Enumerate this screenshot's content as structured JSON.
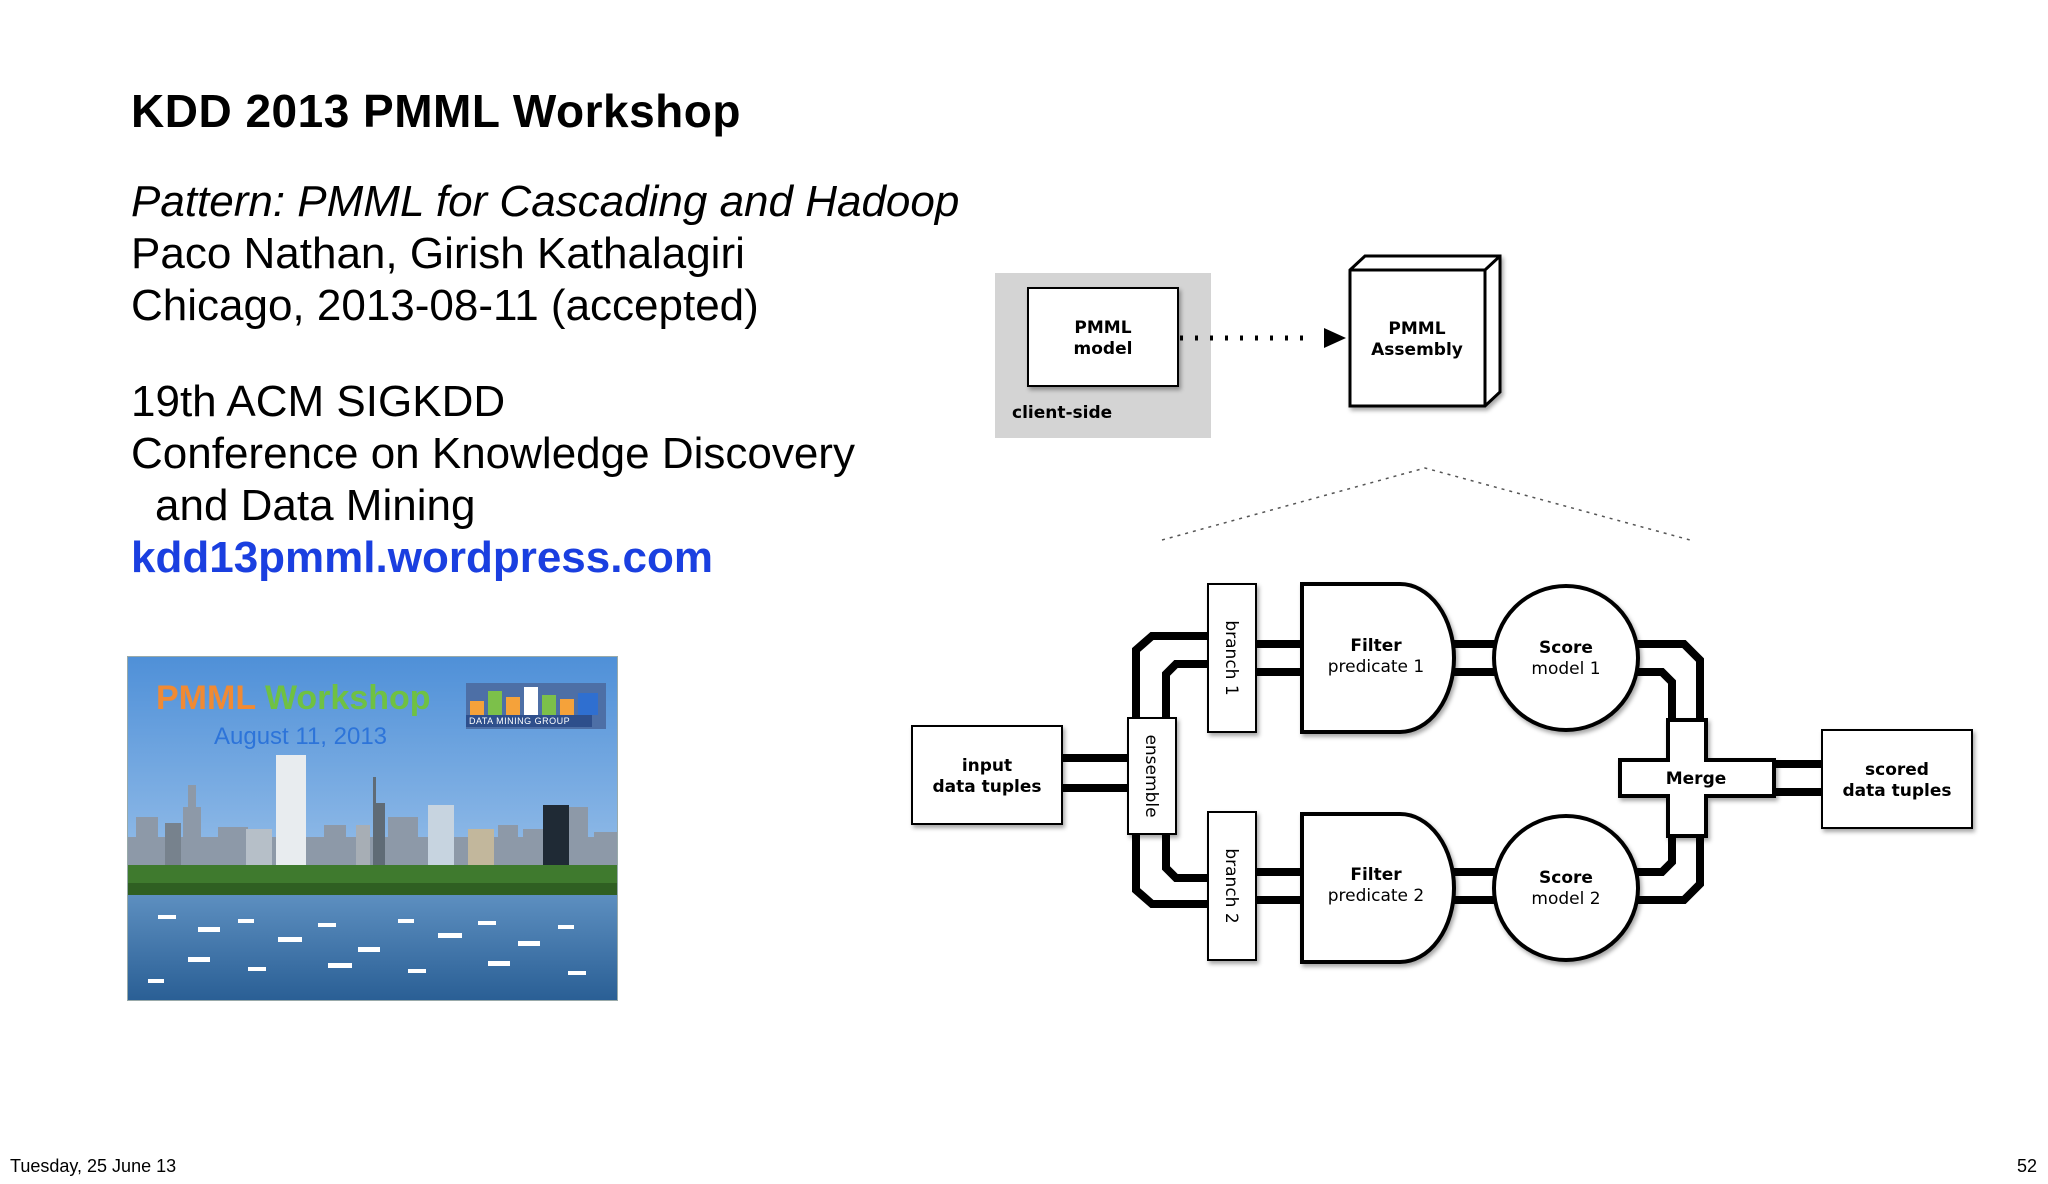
{
  "slide": {
    "title": "KDD 2013 PMML Workshop",
    "subtitle_italic": "Pattern: PMML for Cascading and Hadoop",
    "authors": "Paco Nathan, Girish Kathalagiri",
    "location_date": "Chicago, 2013-08-11  (accepted)",
    "conference_line1": "19th ACM SIGKDD",
    "conference_line2": "Conference on Knowledge Discovery",
    "conference_line3": "and Data Mining",
    "website": "kdd13pmml.wordpress.com"
  },
  "photo": {
    "title_word1": "PMML",
    "title_word2": "Workshop",
    "date": "August 11, 2013",
    "logo_caption": "DATA MINING GROUP"
  },
  "diagram": {
    "client_side_label": "client-side",
    "pmml_model_line1": "PMML",
    "pmml_model_line2": "model",
    "pmml_assembly_line1": "PMML",
    "pmml_assembly_line2": "Assembly",
    "input_line1": "input",
    "input_line2": "data tuples",
    "ensemble": "ensemble",
    "branch1": "branch 1",
    "branch2": "branch 2",
    "filter1_line1": "Filter",
    "filter1_line2": "predicate 1",
    "filter2_line1": "Filter",
    "filter2_line2": "predicate 2",
    "score1_line1": "Score",
    "score1_line2": "model 1",
    "score2_line1": "Score",
    "score2_line2": "model 2",
    "merge": "Merge",
    "output_line1": "scored",
    "output_line2": "data tuples"
  },
  "footer": {
    "date": "Tuesday, 25 June 13",
    "page_number": "52"
  }
}
